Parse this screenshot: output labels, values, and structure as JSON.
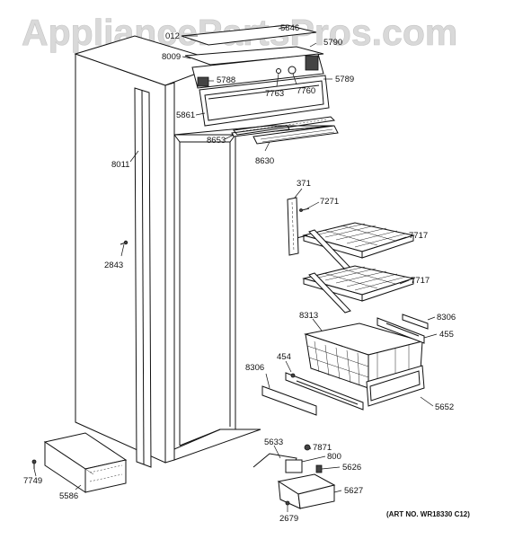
{
  "watermark": "AppliancePartsPros.com",
  "art_number": "(ART NO. WR18330 C12)",
  "callouts": [
    {
      "id": "012",
      "label": "012"
    },
    {
      "id": "5846",
      "label": "5846"
    },
    {
      "id": "5790",
      "label": "5790"
    },
    {
      "id": "8009",
      "label": "8009"
    },
    {
      "id": "5788",
      "label": "5788"
    },
    {
      "id": "7763",
      "label": "7763"
    },
    {
      "id": "7760",
      "label": "7760"
    },
    {
      "id": "5789",
      "label": "5789"
    },
    {
      "id": "5861",
      "label": "5861"
    },
    {
      "id": "8653",
      "label": "8653"
    },
    {
      "id": "8630",
      "label": "8630"
    },
    {
      "id": "8011",
      "label": "8011"
    },
    {
      "id": "371",
      "label": "371"
    },
    {
      "id": "7271",
      "label": "7271"
    },
    {
      "id": "7717a",
      "label": "7717"
    },
    {
      "id": "2843",
      "label": "2843"
    },
    {
      "id": "7717b",
      "label": "7717"
    },
    {
      "id": "8313",
      "label": "8313"
    },
    {
      "id": "8306a",
      "label": "8306"
    },
    {
      "id": "455",
      "label": "455"
    },
    {
      "id": "454",
      "label": "454"
    },
    {
      "id": "8306b",
      "label": "8306"
    },
    {
      "id": "5652",
      "label": "5652"
    },
    {
      "id": "5633",
      "label": "5633"
    },
    {
      "id": "7871",
      "label": "7871"
    },
    {
      "id": "800",
      "label": "800"
    },
    {
      "id": "5626",
      "label": "5626"
    },
    {
      "id": "5627",
      "label": "5627"
    },
    {
      "id": "2679",
      "label": "2679"
    },
    {
      "id": "7749",
      "label": "7749"
    },
    {
      "id": "5586",
      "label": "5586"
    }
  ]
}
